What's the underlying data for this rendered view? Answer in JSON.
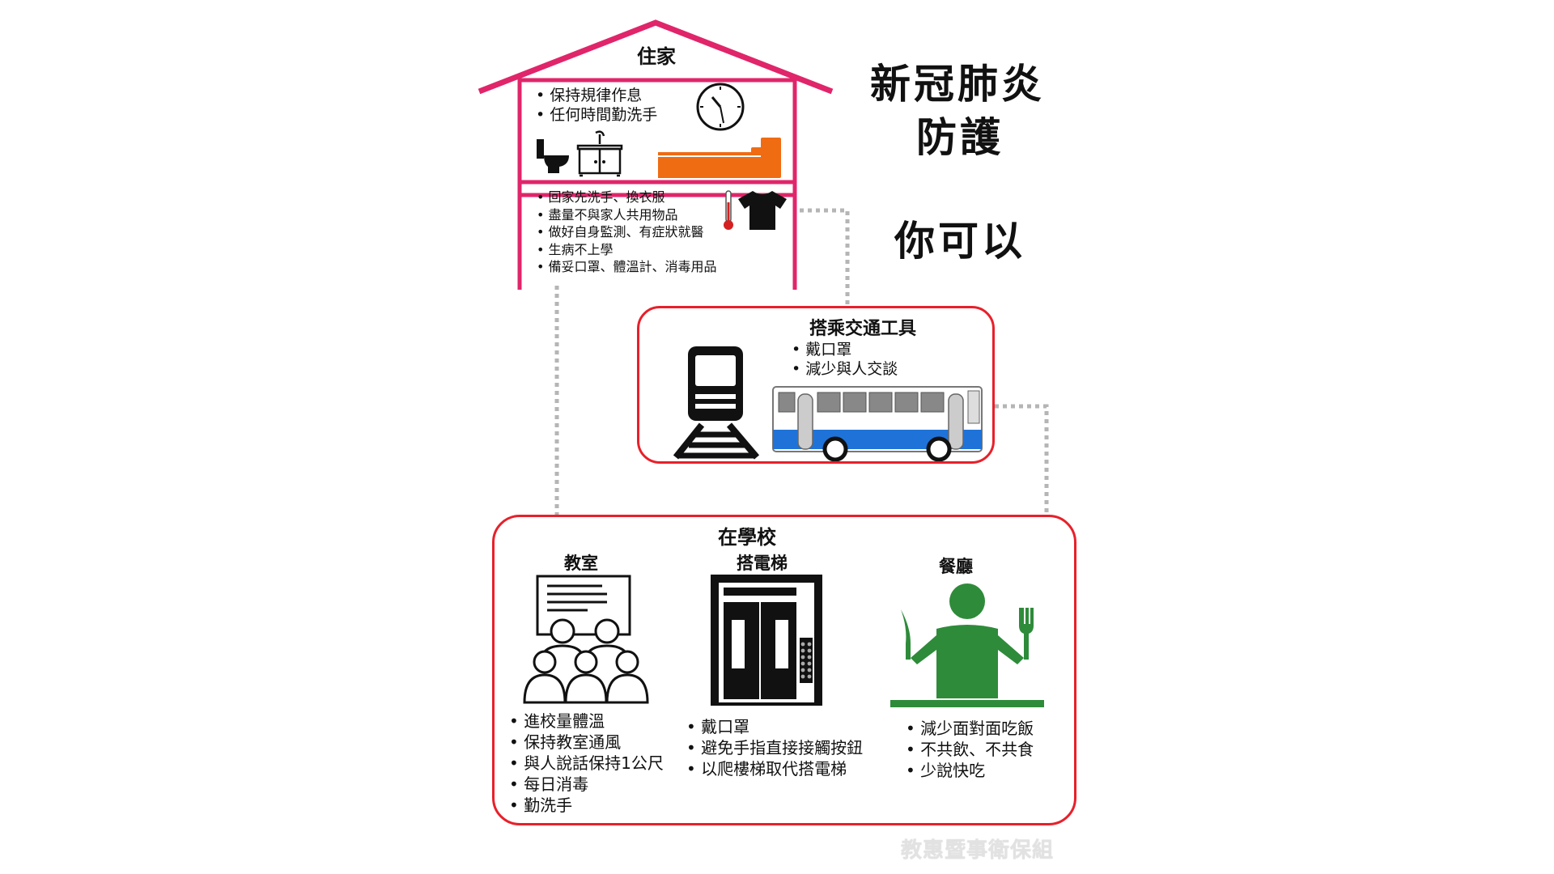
{
  "colors": {
    "house": "#e0256a",
    "box": "#e8202a",
    "bed": "#f06c13",
    "bus_blue": "#1f73d8",
    "green": "#2e8b3a",
    "dotted": "#b5b5b5"
  },
  "title": {
    "line1": "新冠肺炎",
    "line2": "防護",
    "line3": "你可以"
  },
  "home": {
    "label": "住家",
    "upper_items": [
      "保持規律作息",
      "任何時間勤洗手"
    ],
    "lower_items": [
      "回家先洗手、換衣服",
      "盡量不與家人共用物品",
      "做好自身監測、有症狀就醫",
      "生病不上學",
      "備妥口罩、體溫計、消毒用品"
    ]
  },
  "transport": {
    "label": "搭乘交通工具",
    "items": [
      "戴口罩",
      "減少與人交談"
    ]
  },
  "school": {
    "label": "在學校",
    "classroom": {
      "label": "教室",
      "items": [
        "進校量體溫",
        "保持教室通風",
        "與人說話保持1公尺",
        "每日消毒",
        "勤洗手"
      ]
    },
    "elevator": {
      "label": "搭電梯",
      "items": [
        "戴口罩",
        "避免手指直接接觸按鈕",
        "以爬樓梯取代搭電梯"
      ]
    },
    "dining": {
      "label": "餐廳",
      "items": [
        "減少面對面吃飯",
        "不共飲、不共食",
        "少說快吃"
      ]
    }
  },
  "watermark": "教惠暨事衛保組",
  "icons": [
    "clock-icon",
    "toilet-icon",
    "sink-icon",
    "bed-icon",
    "thermometer-icon",
    "shirt-icon",
    "train-icon",
    "bus-icon",
    "classroom-icon",
    "elevator-icon",
    "diner-icon"
  ]
}
